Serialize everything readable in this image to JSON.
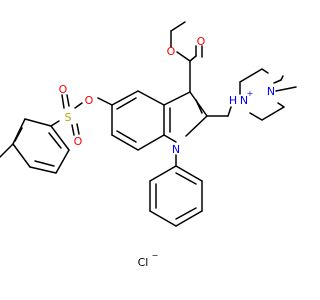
{
  "colors": {
    "bond": "#000000",
    "carbon": "#000000",
    "oxygen": "#FF0000",
    "nitrogen": "#0000FF",
    "sulfur": "#B8A000",
    "chlorine": "#000000",
    "background": "#FFFFFF"
  },
  "atoms": {
    "o_ester_carbonyl": "O",
    "o_ester_ether": "O",
    "n_indole": "N",
    "n_piperazine_h": "N",
    "n_piperazine_h_prefix": "H",
    "n_piperazine_charge": "+",
    "n_piperazine_methyl": "N",
    "s_sulfonyl": "S",
    "o_sulfonyl_1": "O",
    "o_sulfonyl_2": "O",
    "o_sulfonate_ether": "O",
    "chloride": "Cl",
    "chloride_charge": "−"
  }
}
